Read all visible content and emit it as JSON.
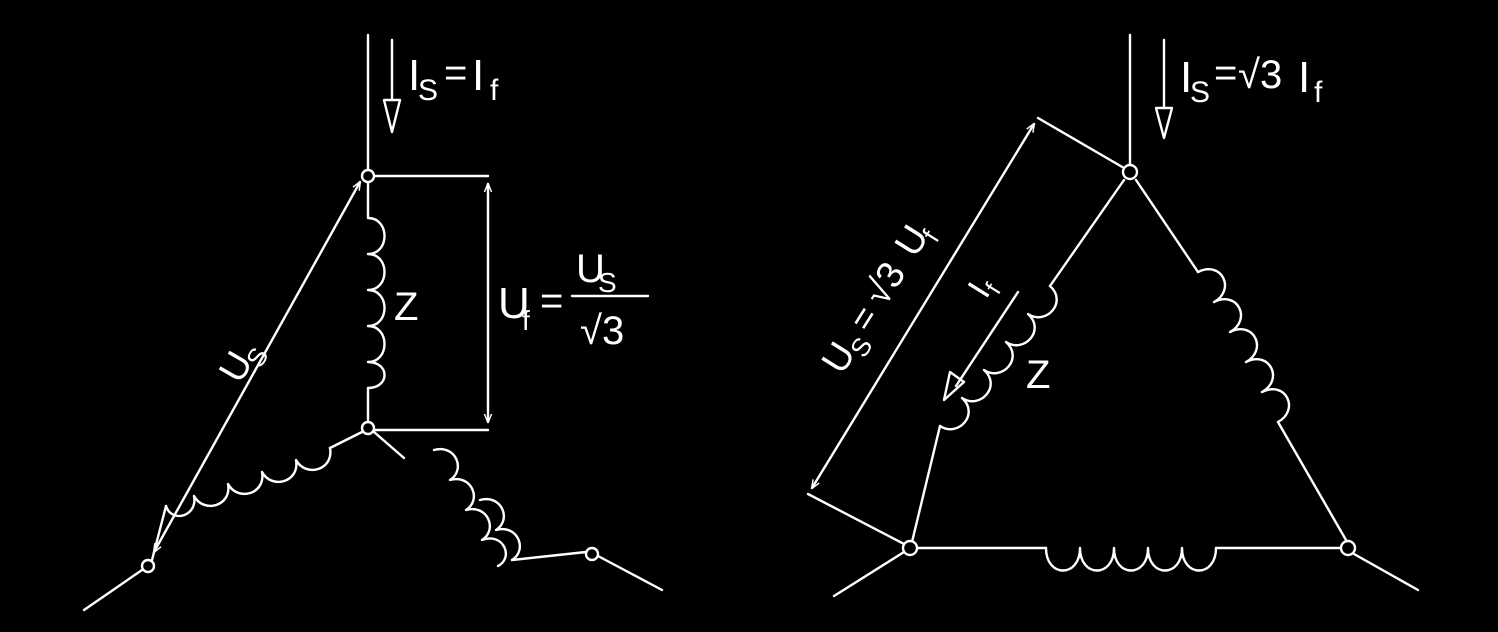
{
  "colors": {
    "background": "#000000",
    "ink": "#ffffff"
  },
  "star": {
    "line_current": {
      "main": "I",
      "sub": "S",
      "eq": "=",
      "rhs_main": "I",
      "rhs_sub": "f"
    },
    "line_voltage": {
      "main": "U",
      "sub": "S"
    },
    "phase_voltage": {
      "main": "U",
      "sub": "f",
      "eq": "=",
      "num_main": "U",
      "num_sub": "S",
      "den": "√3"
    },
    "impedance": "Z"
  },
  "delta": {
    "line_current": {
      "main": "I",
      "sub": "S",
      "eq": "=",
      "coef": "√3",
      "rhs_main": "I",
      "rhs_sub": "f"
    },
    "line_voltage": {
      "main": "U",
      "sub": "S",
      "eq": "=",
      "coef": "√3",
      "rhs_main": "U",
      "rhs_sub": "f"
    },
    "phase_current": {
      "main": "I",
      "sub": "f"
    },
    "impedance": "Z"
  }
}
